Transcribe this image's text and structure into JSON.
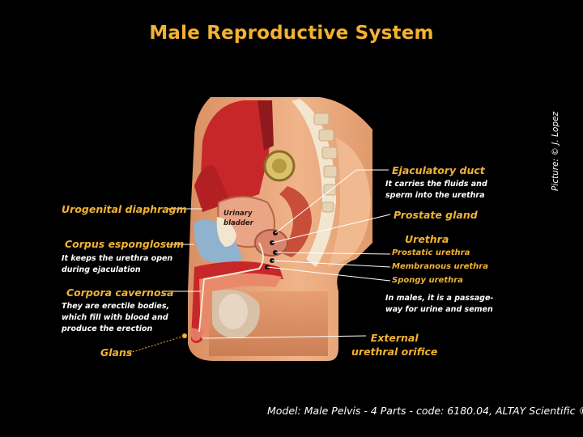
{
  "title": "Male Reproductive System",
  "credit": "Picture: © J. Lopez",
  "footer": "Model: Male Pelvis - 4 Parts - code: 6180.04, ALTAY Scientific ®",
  "labels": {
    "urinary_bladder": "Urinary\nbladder",
    "urogenital_diaphragm": "Urogenital diaphragm",
    "corpus_esponglosum": "Corpus esponglosum",
    "corpus_esponglosum_desc": "It keeps the urethra open\nduring ejaculation",
    "corpora_cavernosa": "Corpora cavernosa",
    "corpora_cavernosa_desc": "They are erectile bodies,\nwhich fill with blood and\nproduce the erection",
    "glans": "Glans",
    "ejaculatory_duct": "Ejaculatory duct",
    "ejaculatory_duct_desc": "It carries the fluids and\nsperm into the urethra",
    "prostate_gland": "Prostate gland",
    "urethra": "Urethra",
    "prostatic_urethra": "Prostatic urethra",
    "membranous_urethra": "Membranous urethra",
    "spongy_urethra": "Spongy urethra",
    "urethra_desc": "In males, it is a passage-\nway for urine and semen",
    "external_urethral_orifice": "External\nurethral orifice"
  },
  "colors": {
    "title": "#f2b233",
    "label": "#f2b233",
    "text": "#ffffff",
    "background": "#000000",
    "skin": "#e8a57a",
    "muscle": "#c8272a",
    "bone": "#f3e6cf",
    "blue_tissue": "#8fb3cf"
  }
}
